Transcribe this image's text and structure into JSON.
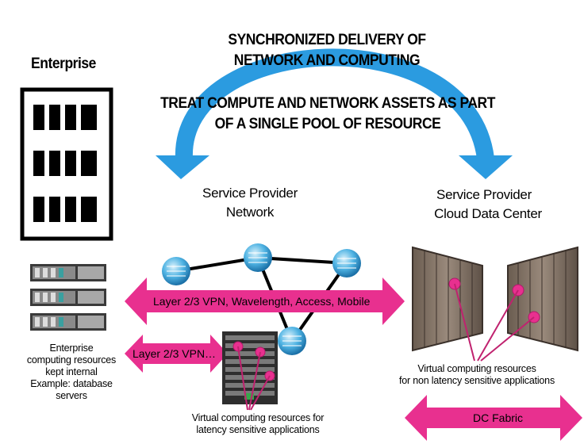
{
  "top_title": {
    "line1": "SYNCHRONIZED DELIVERY OF",
    "line2_a": "NETWORK ",
    "line2_b": "AND",
    "line2_c": " COMPUTING"
  },
  "treat_text": {
    "line1": "TREAT COMPUTE AND NETWORK ASSETS AS PART",
    "line2": "OF A SINGLE POOL OF RESOURCE"
  },
  "enterprise": {
    "label": "Enterprise"
  },
  "sp_network": {
    "line1": "Service Provider",
    "line2": "Network"
  },
  "sp_cloud": {
    "line1": "Service Provider",
    "line2": "Cloud Data Center"
  },
  "arrows": {
    "vpn_full": "Layer 2/3 VPN, Wavelength, Access, Mobile",
    "vpn_short": "Layer 2/3 VPN…",
    "dc_fabric": "DC Fabric"
  },
  "enterprise_note": {
    "line1": "Enterprise",
    "line2": "computing resources",
    "line3": "kept internal",
    "line4": "Example: database",
    "line5": "servers"
  },
  "latency_note": {
    "line1": "Virtual computing resources for",
    "line2": "latency sensitive applications"
  },
  "non_latency_note": {
    "line1": "Virtual computing resources",
    "line2": "for non latency sensitive applications"
  },
  "colors": {
    "magenta": "#e8308f",
    "blue_arrow": "#2b9be0",
    "rack": "#7a6a5c",
    "router": "#3fa6dd"
  }
}
